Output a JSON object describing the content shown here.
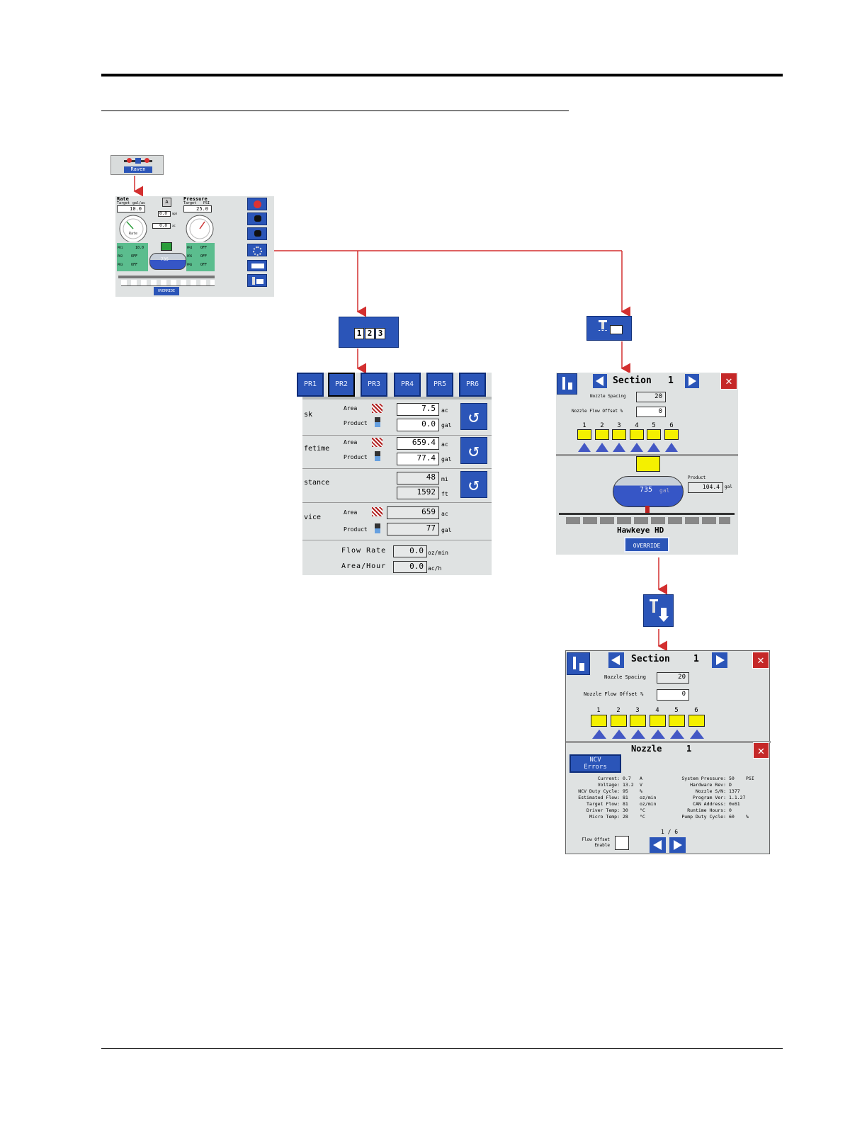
{
  "colors": {
    "arrow": "#d32f2f",
    "button_blue": "#2b55b8",
    "panel_gray": "#dfe2e2",
    "section_yellow": "#f4f000",
    "nozzle_blue": "#4458c4",
    "close_red": "#c52828"
  },
  "launcher": {
    "label": "Raven",
    "icon": "sprayer-boom-icon"
  },
  "home": {
    "rate_title": "Rate",
    "rate_target_label": "Target",
    "rate_unit": "gal/ac",
    "rate_value": "10.0",
    "pressure_title": "Pressure",
    "pressure_target_label": "Target",
    "pressure_unit": "PSI",
    "pressure_value": "25.0",
    "speed_value": "0.0",
    "speed_unit": "mph",
    "area_value": "0.0",
    "area_unit": "ac",
    "auto_label": "A",
    "pr_labels": [
      "PR1",
      "PR2",
      "PR3",
      "PR4",
      "PR5",
      "PR6"
    ],
    "pr_value": "10.0",
    "off_label": "OFF",
    "tank_value": "735",
    "override": "OVERRIDE",
    "side_icons": [
      "alarm-cancel-icon",
      "pump-icon",
      "pump-2-icon",
      "settings-gears-icon",
      "counters-123-icon",
      "nozzle-diagnostics-icon"
    ]
  },
  "totals_button": {
    "digits": [
      "1",
      "2",
      "3"
    ]
  },
  "totals": {
    "tabs": [
      "PR1",
      "PR2",
      "PR3",
      "PR4",
      "PR5",
      "PR6"
    ],
    "rows": [
      {
        "name": "sk",
        "area_label": "Area",
        "area": "7.5",
        "area_unit": "ac",
        "product_label": "Product",
        "product": "0.0",
        "product_unit": "gal"
      },
      {
        "name": "fetime",
        "area_label": "Area",
        "area": "659.4",
        "area_unit": "ac",
        "product_label": "Product",
        "product": "77.4",
        "product_unit": "gal"
      }
    ],
    "distance": {
      "name": "stance",
      "mi": "48",
      "mi_unit": "mi",
      "ft": "1592",
      "ft_unit": "ft"
    },
    "service": {
      "name": "vice",
      "area_label": "Area",
      "area": "659",
      "area_unit": "ac",
      "product_label": "Product",
      "product": "77",
      "product_unit": "gal"
    },
    "flow_rate_label": "Flow Rate",
    "flow_rate": "0.0",
    "flow_rate_unit": "oz/min",
    "area_hour_label": "Area/Hour",
    "area_hour": "0.0",
    "area_hour_unit": "ac/h"
  },
  "section_screen": {
    "title": "Section",
    "section_no": "1",
    "spacing_label": "Nozzle Spacing",
    "spacing": "20",
    "offset_label": "Nozzle Flow Offset %",
    "offset": "0",
    "nozzles": [
      "1",
      "2",
      "3",
      "4",
      "5",
      "6"
    ],
    "product_label": "Product",
    "product": "104.4",
    "product_unit": "gal",
    "tank": "735",
    "tank_unit": "gal",
    "machine": "Hawkeye HD",
    "override": "OVERRIDE"
  },
  "nozzle_screen": {
    "title": "Section",
    "section_no": "1",
    "spacing_label": "Nozzle Spacing",
    "spacing": "20",
    "offset_label": "Nozzle Flow Offset %",
    "offset": "0",
    "nozzles": [
      "1",
      "2",
      "3",
      "4",
      "5",
      "6"
    ],
    "nozzle_title": "Nozzle",
    "nozzle_no": "1",
    "ncv_errors": "NCV Errors",
    "left_stats": [
      {
        "label": "Current:",
        "value": "0.7",
        "unit": "A"
      },
      {
        "label": "Voltage:",
        "value": "13.2",
        "unit": "V"
      },
      {
        "label": "NCV Duty Cycle:",
        "value": "95",
        "unit": "%"
      },
      {
        "label": "Estimated Flow:",
        "value": "81",
        "unit": "oz/min"
      },
      {
        "label": "Target Flow:",
        "value": "81",
        "unit": "oz/min"
      },
      {
        "label": "Driver Temp:",
        "value": "30",
        "unit": "°C"
      },
      {
        "label": "Micro Temp:",
        "value": "28",
        "unit": "°C"
      }
    ],
    "right_stats": [
      {
        "label": "System Pressure:",
        "value": "50",
        "unit": "PSI"
      },
      {
        "label": "Hardware Rev:",
        "value": "D",
        "unit": ""
      },
      {
        "label": "Nozzle S/N:",
        "value": "1377",
        "unit": ""
      },
      {
        "label": "Program Ver:",
        "value": "1.1.27",
        "unit": ""
      },
      {
        "label": "CAN Address:",
        "value": "0x61",
        "unit": ""
      },
      {
        "label": "Runtime Hours:",
        "value": "0",
        "unit": ""
      },
      {
        "label": "Pump Duty Cycle:",
        "value": "60",
        "unit": "%"
      }
    ],
    "page": "1 / 6",
    "flow_offset_label": "Flow Offset Enable"
  }
}
